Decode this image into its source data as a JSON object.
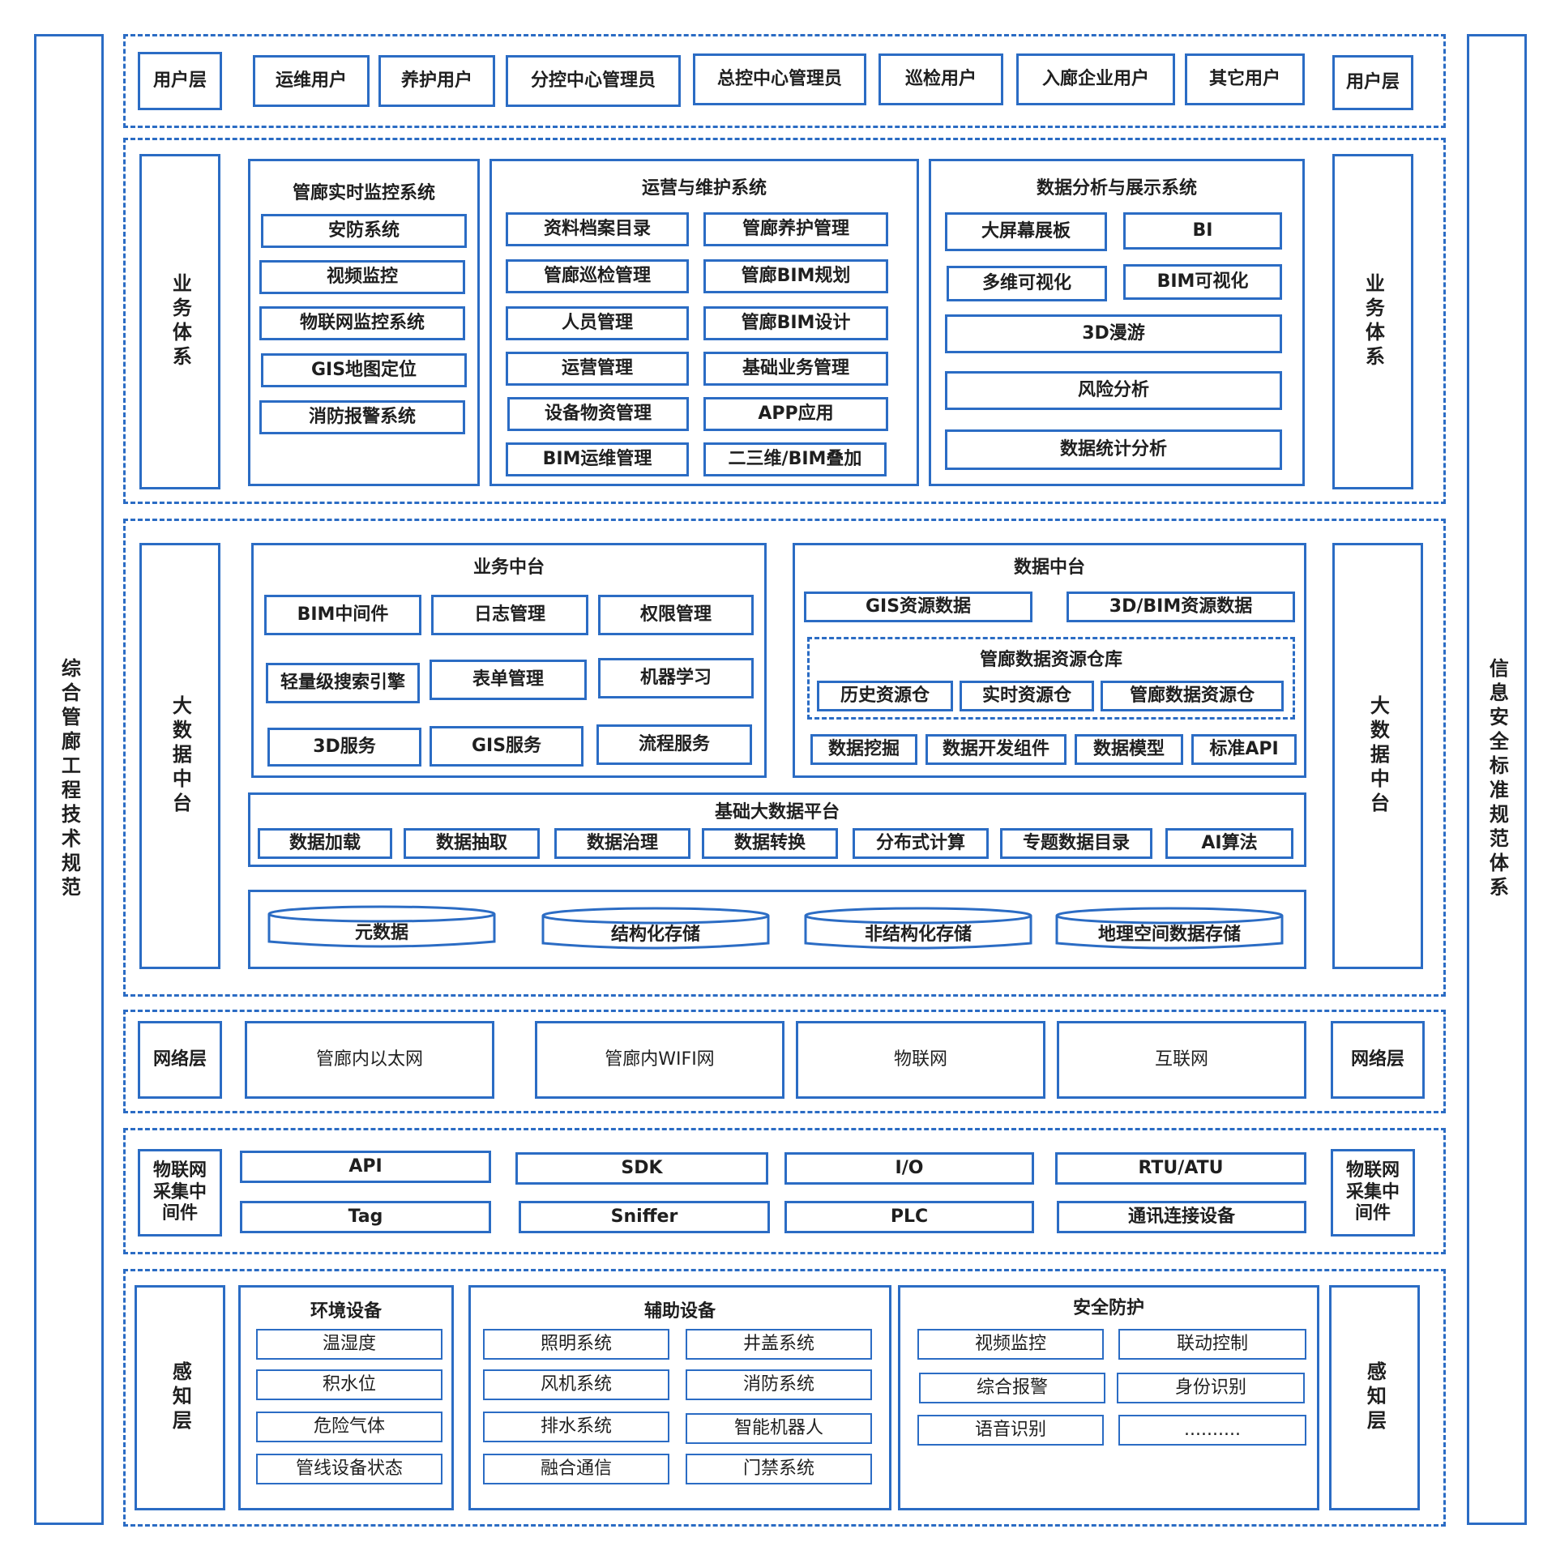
{
  "side": {
    "left": "综合管廊工程技术规范",
    "right": "信息安全标准规范体系"
  },
  "user_layer": {
    "label": "用户层",
    "items": [
      "运维用户",
      "养护用户",
      "分控中心管理员",
      "总控中心管理员",
      "巡检用户",
      "入廊企业用户",
      "其它用户"
    ]
  },
  "business": {
    "label": "业务体系",
    "monitor": {
      "title": "管廊实时监控系统",
      "items": [
        "安防系统",
        "视频监控",
        "物联网监控系统",
        "GIS地图定位",
        "消防报警系统"
      ]
    },
    "ops": {
      "title": "运营与维护系统",
      "items": [
        "资料档案目录",
        "管廊养护管理",
        "管廊巡检管理",
        "管廊BIM规划",
        "人员管理",
        "管廊BIM设计",
        "运营管理",
        "基础业务管理",
        "设备物资管理",
        "APP应用",
        "BIM运维管理",
        "二三维/BIM叠加"
      ]
    },
    "analysis": {
      "title": "数据分析与展示系统",
      "items": [
        "大屏幕展板",
        "BI",
        "多维可视化",
        "BIM可视化",
        "3D漫游",
        "风险分析",
        "数据统计分析"
      ]
    }
  },
  "bigdata": {
    "label": "大数据中台",
    "biz_center": {
      "title": "业务中台",
      "items": [
        "BIM中间件",
        "日志管理",
        "权限管理",
        "轻量级搜索引擎",
        "表单管理",
        "机器学习",
        "3D服务",
        "GIS服务",
        "流程服务"
      ]
    },
    "data_center": {
      "title": "数据中台",
      "top": [
        "GIS资源数据",
        "3D/BIM资源数据"
      ],
      "warehouse": {
        "title": "管廊数据资源仓库",
        "items": [
          "历史资源仓",
          "实时资源仓",
          "管廊数据资源仓"
        ]
      },
      "bottom": [
        "数据挖掘",
        "数据开发组件",
        "数据模型",
        "标准API"
      ]
    },
    "platform": {
      "title": "基础大数据平台",
      "items": [
        "数据加载",
        "数据抽取",
        "数据治理",
        "数据转换",
        "分布式计算",
        "专题数据目录",
        "AI算法"
      ]
    },
    "storage": [
      "元数据",
      "结构化存储",
      "非结构化存储",
      "地理空间数据存储"
    ]
  },
  "network": {
    "label": "网络层",
    "items": [
      "管廊内以太网",
      "管廊内WIFI网",
      "物联网",
      "互联网"
    ]
  },
  "iot": {
    "label": "物联网采集中间件",
    "items": [
      "API",
      "SDK",
      "I/O",
      "RTU/ATU",
      "Tag",
      "Sniffer",
      "PLC",
      "通讯连接设备"
    ]
  },
  "sensing": {
    "label": "感知层",
    "env": {
      "title": "环境设备",
      "items": [
        "温湿度",
        "积水位",
        "危险气体",
        "管线设备状态"
      ]
    },
    "aux": {
      "title": "辅助设备",
      "items": [
        "照明系统",
        "井盖系统",
        "风机系统",
        "消防系统",
        "排水系统",
        "智能机器人",
        "融合通信",
        "门禁系统"
      ]
    },
    "security": {
      "title": "安全防护",
      "items": [
        "视频监控",
        "联动控制",
        "综合报警",
        "身份识别",
        "语音识别",
        ".........."
      ]
    }
  },
  "colors": {
    "border": "#2b6cc4"
  }
}
